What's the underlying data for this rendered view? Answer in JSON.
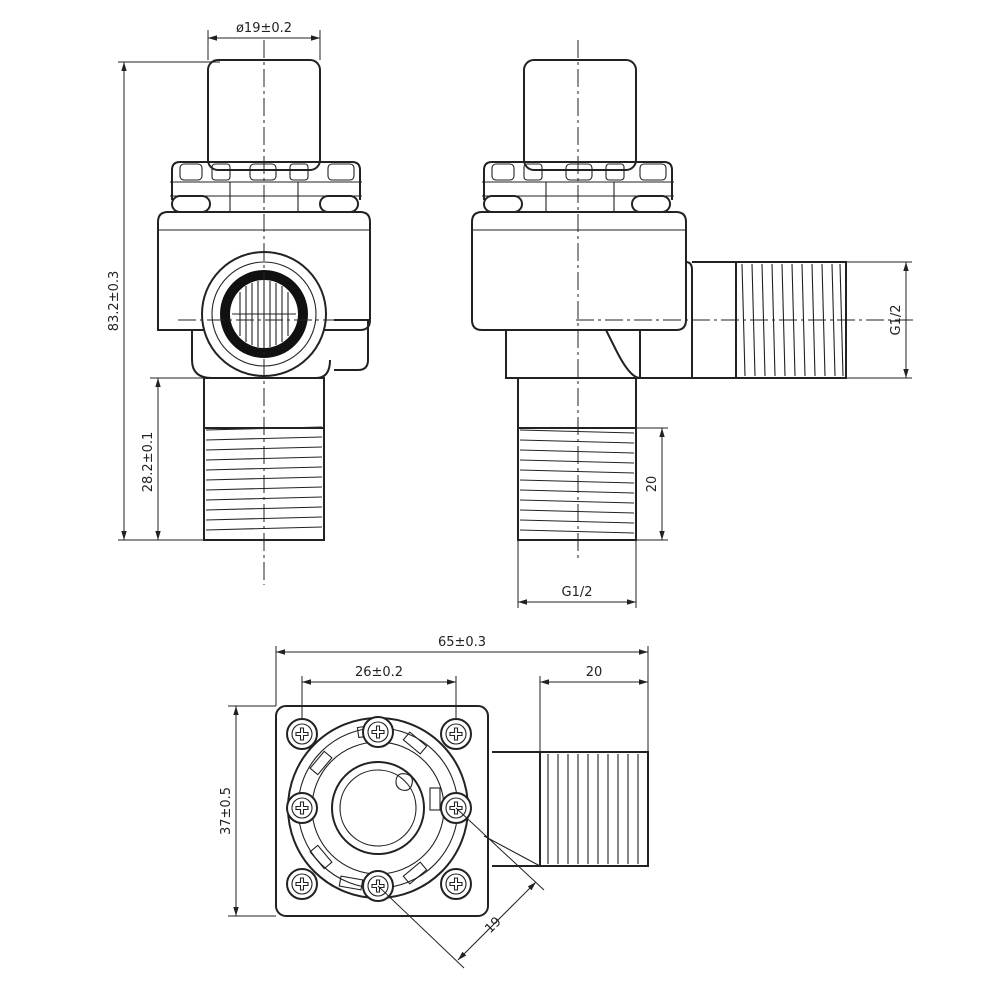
{
  "dimensions": {
    "top_diameter": "ø19±0.2",
    "overall_height": "83.2±0.3",
    "thread_length_left": "28.2±0.1",
    "thread_length_right": "20",
    "bottom_thread": "G1/2",
    "side_thread": "G1/2",
    "overall_width": "65±0.3",
    "bolt_spacing": "26±0.2",
    "outlet_length": "20",
    "base_height": "37±0.5",
    "diagonal": "19"
  }
}
